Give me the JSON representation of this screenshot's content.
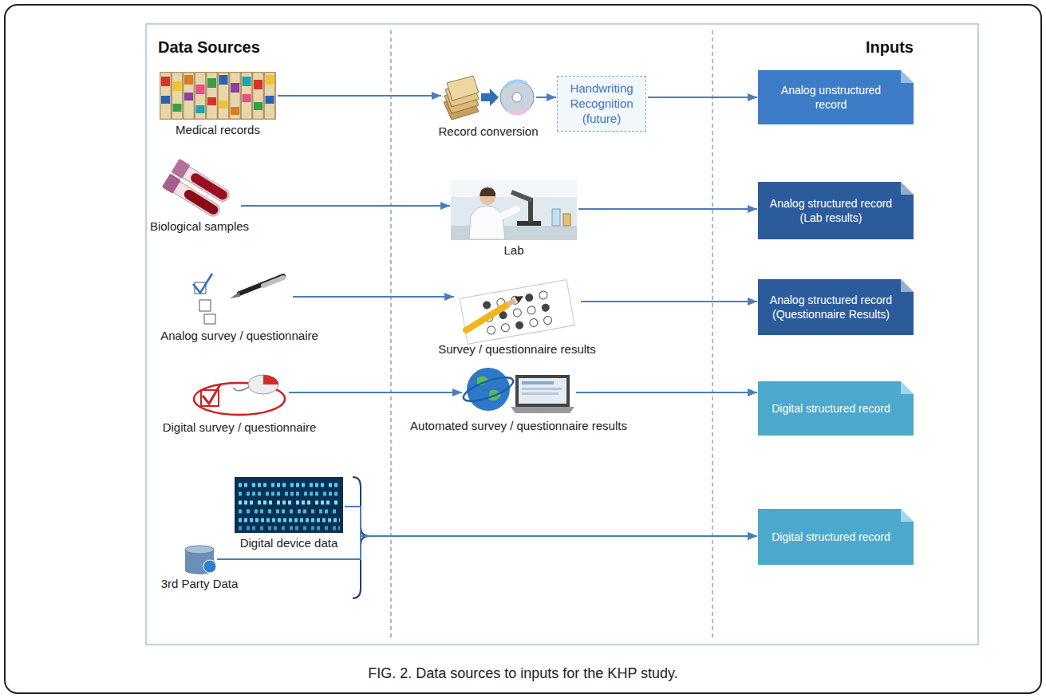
{
  "diagram": {
    "caption": "FIG. 2. Data sources to inputs for the KHP study.",
    "nodes": [
      {
        "text": [
          "Medical records"
        ]
      },
      {
        "text": [
          "Record conversion"
        ]
      },
      {
        "text": [
          "Handwriting Recognition (future)"
        ]
      },
      {
        "text": [
          "Analog unstructured record"
        ]
      },
      {
        "text": [
          "Biological samples"
        ]
      },
      {
        "text": [
          "Lab"
        ]
      },
      {
        "text": [
          "Analog structured record (Lab results)"
        ]
      },
      {
        "text": [
          "Analog survey / questionnaire"
        ]
      },
      {
        "text": [
          "Survey / questionnaire results"
        ]
      },
      {
        "text": [
          "Analog structured record (Questionnaire Results)"
        ]
      },
      {
        "text": [
          "Digital survey / questionnaire"
        ]
      },
      {
        "text": [
          "Automated survey / questionnaire results"
        ]
      },
      {
        "text": [
          "Digital structured record"
        ]
      },
      {
        "text": [
          "Digital device data"
        ]
      },
      {
        "text": [
          "3rd Party Data"
        ]
      },
      {
        "text": [
          "Digital structured record"
        ]
      }
    ],
    "edges": [
      {
        "from": 0,
        "to": 1,
        "arrow": "to"
      },
      {
        "from": 1,
        "to": 2,
        "arrow": "to"
      },
      {
        "from": 2,
        "to": 3,
        "arrow": "to"
      },
      {
        "from": 4,
        "to": 5,
        "arrow": "to"
      },
      {
        "from": 5,
        "to": 6,
        "arrow": "to"
      },
      {
        "from": 7,
        "to": 8,
        "arrow": "to"
      },
      {
        "from": 8,
        "to": 9,
        "arrow": "to"
      },
      {
        "from": 10,
        "to": 11,
        "arrow": "to"
      },
      {
        "from": 11,
        "to": 12,
        "arrow": "to"
      },
      {
        "from": 13,
        "to": 15,
        "arrow": "to"
      },
      {
        "from": 14,
        "to": 15,
        "arrow": "to"
      }
    ],
    "labels": [
      "Data Sources",
      "Inputs"
    ]
  }
}
